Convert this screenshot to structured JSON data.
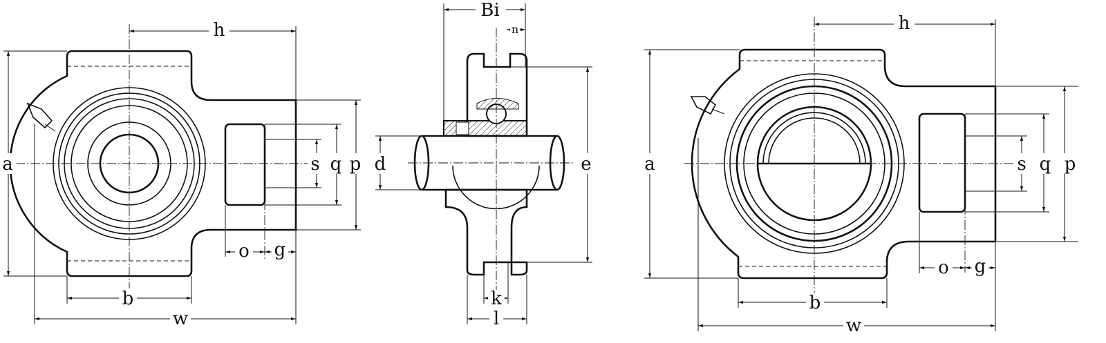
{
  "left_view": {
    "h": "h",
    "a": "a",
    "s": "s",
    "q": "q",
    "p": "p",
    "o": "o",
    "g": "g",
    "b": "b",
    "w": "w"
  },
  "side_view": {
    "Bi": "Bi",
    "n": "n",
    "d": "d",
    "e": "e",
    "k": "k",
    "l": "l"
  },
  "right_view": {
    "h": "h",
    "a": "a",
    "s": "s",
    "q": "q",
    "p": "p",
    "o": "o",
    "g": "g",
    "b": "b",
    "w": "w"
  }
}
